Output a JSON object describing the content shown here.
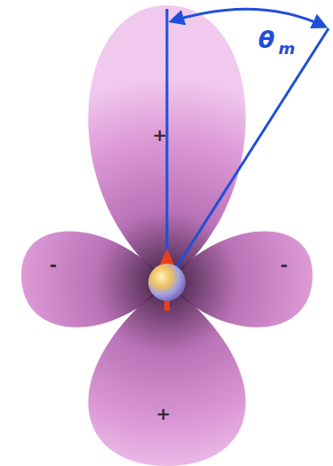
{
  "diagram": {
    "labels": [
      "θ",
      "m",
      "+",
      "-",
      "-",
      "+"
    ]
  }
}
